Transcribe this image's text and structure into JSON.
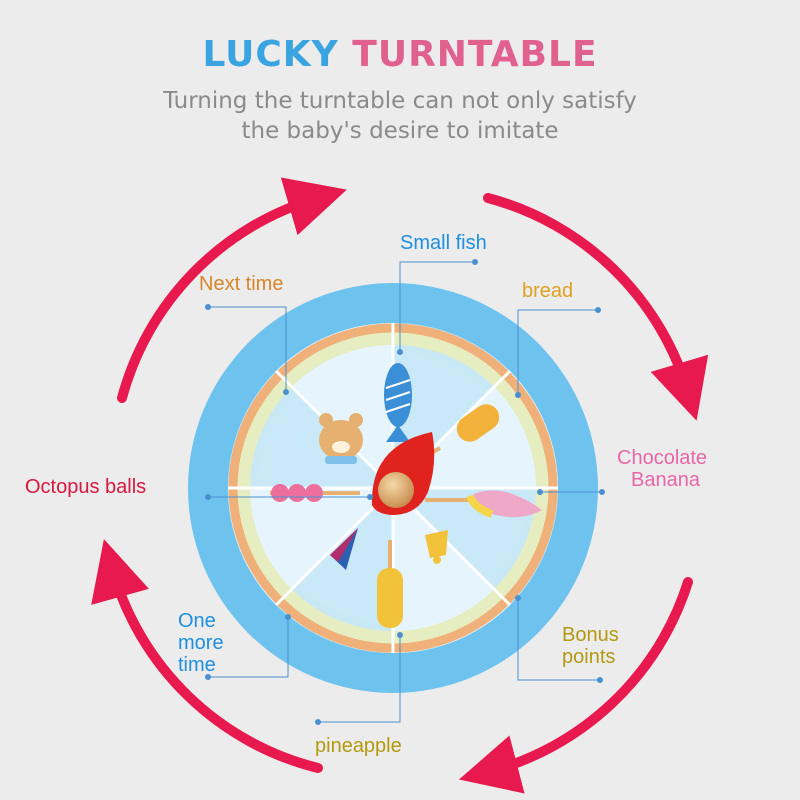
{
  "header": {
    "title_word1": "LUCKY",
    "title_word2": "TURNTABLE",
    "subtitle_line1": "Turning the turntable can not only satisfy",
    "subtitle_line2": "the baby's desire to imitate"
  },
  "segments": {
    "small_fish": "Small fish",
    "next_time": "Next time",
    "bread": "bread",
    "chocolate_banana_line1": "Chocolate",
    "chocolate_banana_line2": "Banana",
    "octopus_balls": "Octopus balls",
    "one_more_time_line1": "One",
    "one_more_time_line2": "more",
    "one_more_time_line3": "time",
    "bonus_points_line1": "Bonus",
    "bonus_points_line2": "points",
    "pineapple": "pineapple"
  },
  "colors": {
    "title_blue": "#3aa4e0",
    "title_pink": "#e0608e",
    "arrow_red": "#e8194f",
    "label_blue": "#1d8fe0",
    "label_orange": "#d9862a",
    "label_pink": "#e766a8",
    "label_red": "#d8173e",
    "label_olive": "#b39a10",
    "disc_blue": "#6ec3ee",
    "ring_orange": "#f0b07a",
    "ring_green": "#e6edc0"
  }
}
